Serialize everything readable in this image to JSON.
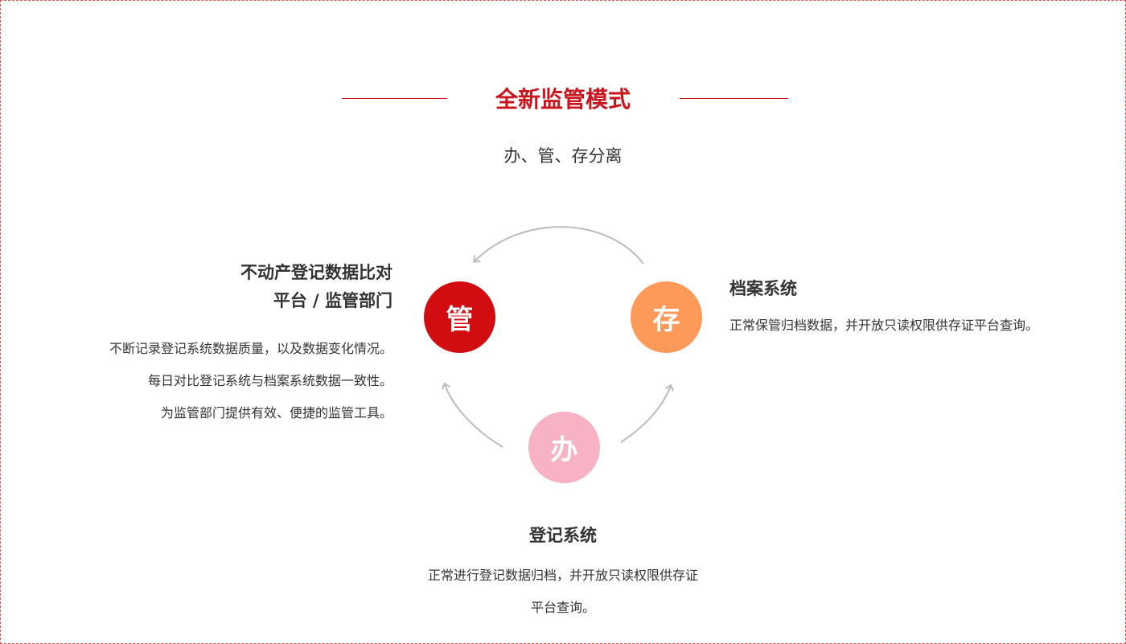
{
  "header": {
    "title": "全新监管模式",
    "subtitle": "办、管、存分离"
  },
  "nodes": {
    "guan": {
      "label": "管",
      "color": "#d10d12"
    },
    "cun": {
      "label": "存",
      "color": "#fd9a5a"
    },
    "ban": {
      "label": "办",
      "color": "#f7b2c4"
    }
  },
  "left": {
    "heading_lines": [
      "不动产登记数据比对",
      "平台 / 监管部门"
    ],
    "desc_lines": [
      "不断记录登记系统数据质量，以及数据变化情况。",
      "每日对比登记系统与档案系统数据一致性。",
      "为监管部门提供有效、便捷的监管工具。"
    ]
  },
  "right": {
    "heading": "档案系统",
    "desc": "正常保管归档数据，并开放只读权限供存证平台查询。"
  },
  "bottom": {
    "heading": "登记系统",
    "desc_lines": [
      "正常进行登记数据归档，并开放只读权限供存证",
      "平台查询。"
    ]
  },
  "colors": {
    "accent": "#c9151e",
    "arrow": "#bbbbbb"
  }
}
